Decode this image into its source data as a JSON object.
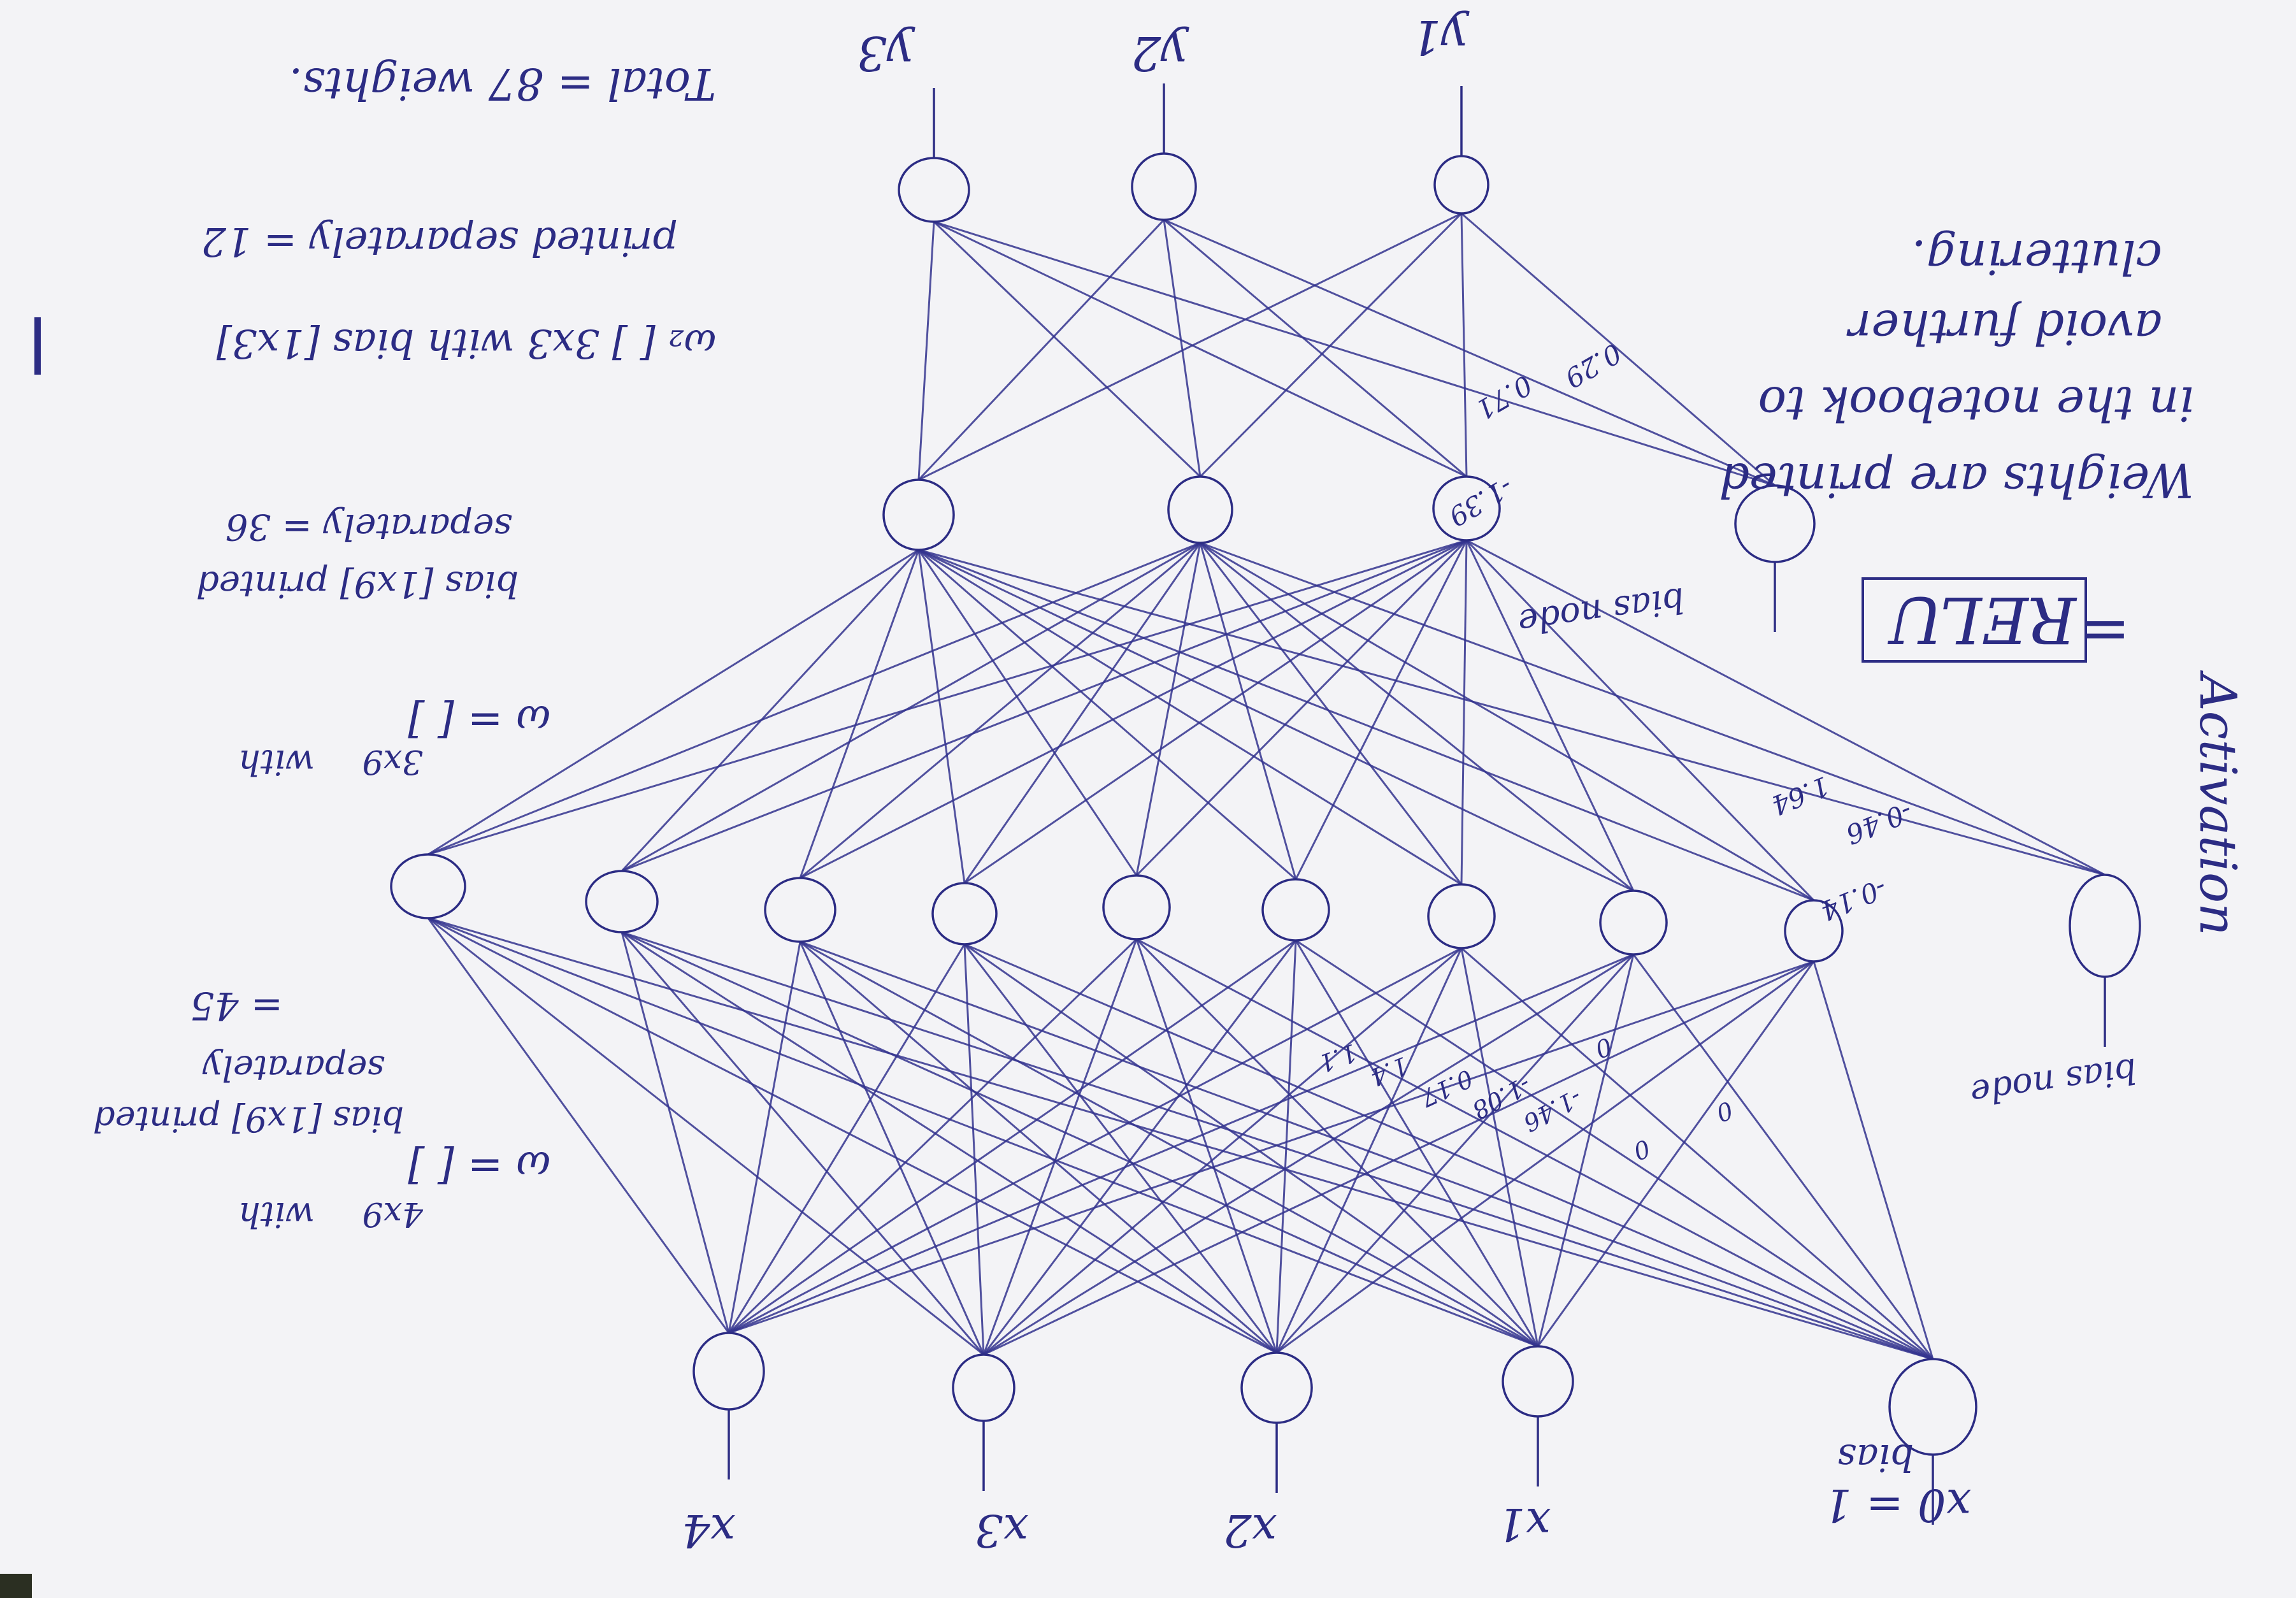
{
  "inputs": {
    "labels": [
      "x4",
      "x3",
      "x2",
      "x1",
      "x0 = 1"
    ],
    "bias_label": "bias"
  },
  "hidden1": {
    "bias_label": "bias node"
  },
  "hidden2": {
    "bias_label": "bias node"
  },
  "outputs": {
    "labels": [
      "y3",
      "y2",
      "y1"
    ]
  },
  "edge_labels": {
    "layer1": [
      "0",
      "0",
      "-1.46",
      "-1.08",
      "0.17",
      "1.4",
      "1.1",
      "0"
    ],
    "layer2": [
      "-0.46",
      "1.64",
      "-0.14"
    ],
    "layer3": [
      "0.29",
      "0.71",
      "-1.39"
    ]
  },
  "notes": {
    "activation": {
      "prefix": "Activation",
      "value": "RELU",
      "eq": "="
    },
    "w1": {
      "eq": "ω = [  ]",
      "dim": "4x9",
      "with": "with",
      "bias": "bias [1x9] printed",
      "sep": "separately",
      "count": "= 45"
    },
    "w2": {
      "eq": "ω = [  ]",
      "dim": "3x9",
      "with": "with",
      "bias": "bias [1x9] printed",
      "sep": "separately = 36"
    },
    "w3": {
      "line1": "ω₂ [  ] 3x3  with bias [1x3]",
      "line2": "printed separately = 12"
    },
    "total": "Total = 87 weights.",
    "printed": [
      "Weights are printed",
      "in the notebook to",
      "avoid further",
      "cluttering."
    ]
  }
}
